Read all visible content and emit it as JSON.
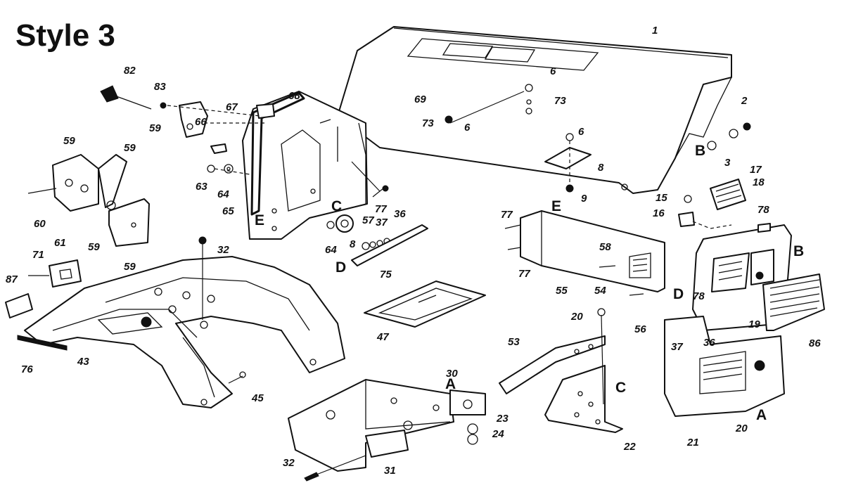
{
  "title": "Style 3",
  "callouts": [
    "1",
    "2",
    "3",
    "6",
    "6",
    "6",
    "8",
    "9",
    "15",
    "16",
    "17",
    "18",
    "19",
    "20",
    "20",
    "21",
    "22",
    "23",
    "24",
    "30",
    "31",
    "32",
    "32",
    "36",
    "36",
    "37",
    "37",
    "43",
    "45",
    "47",
    "53",
    "54",
    "55",
    "56",
    "57",
    "58",
    "59",
    "59",
    "59",
    "59",
    "59",
    "60",
    "61",
    "63",
    "64",
    "64",
    "65",
    "66",
    "67",
    "68",
    "69",
    "71",
    "73",
    "73",
    "75",
    "76",
    "77",
    "77",
    "77",
    "78",
    "78",
    "8",
    "82",
    "83",
    "86",
    "87"
  ],
  "letters": [
    "A",
    "A",
    "B",
    "B",
    "C",
    "C",
    "D",
    "D",
    "E",
    "E"
  ]
}
